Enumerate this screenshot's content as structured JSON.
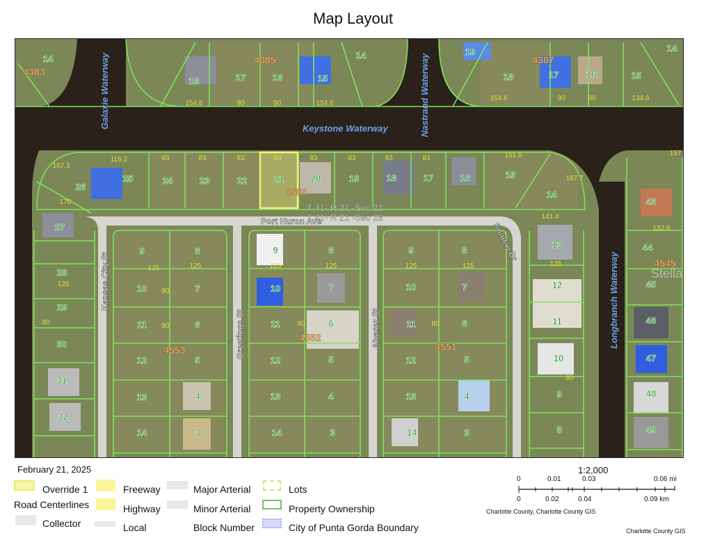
{
  "title": "Map Layout",
  "date": "February 21, 2025",
  "colors": {
    "water": "#2a211b",
    "land": "#7c8757",
    "parcel": "#7ee35a",
    "dims": "#e8d83a",
    "lot_label": "#1d8a2e",
    "block_label": "#f2b774",
    "road": "#d6d6d0",
    "selected": "#f5f07a",
    "waterway_label": "#6f9fe8"
  },
  "map": {
    "waterways": [
      "Galaxie Waterway",
      "Keystone Waterway",
      "Nastrand Waterway",
      "Longbranch Waterway"
    ],
    "streets": [
      "Port Huron Ave",
      "Kansas City St",
      "Greetings St",
      "Alvarez St",
      "Sunday Dr"
    ],
    "sections": [
      "T 41- R 21 -Sec 21",
      "T 41- R 21 -Sec 28"
    ],
    "watermark": "Stellar MLS",
    "blocks": [
      "4383",
      "4385",
      "4387",
      "4550",
      "4545",
      "4553",
      "4552",
      "4551"
    ],
    "lots": [
      "14",
      "18",
      "17",
      "16",
      "15",
      "14",
      "19",
      "18",
      "17",
      "16",
      "15",
      "14",
      "26",
      "25",
      "24",
      "23",
      "22",
      "21",
      "20",
      "19",
      "18",
      "17",
      "16",
      "15",
      "14",
      "43",
      "27",
      "13",
      "44",
      "12",
      "45",
      "11",
      "46",
      "10",
      "47",
      "9",
      "48",
      "8",
      "49",
      "28",
      "29",
      "30",
      "31",
      "32",
      "9",
      "8",
      "10",
      "7",
      "11",
      "6",
      "12",
      "5",
      "13",
      "4",
      "14",
      "3",
      "9",
      "8",
      "10",
      "7",
      "11",
      "6",
      "12",
      "5",
      "13",
      "4",
      "14",
      "3",
      "9",
      "8",
      "10",
      "7",
      "11",
      "6",
      "12",
      "5",
      "13",
      "4",
      "14",
      "3"
    ],
    "dims": [
      "83",
      "83",
      "83",
      "83",
      "83",
      "83",
      "83",
      "83",
      "115.2",
      "167.3",
      "170",
      "151.8",
      "167.7",
      "141.4",
      "154.6",
      "80",
      "80",
      "154.6",
      "154.6",
      "90",
      "90",
      "134.6",
      "125",
      "125",
      "125",
      "125",
      "125",
      "125",
      "125",
      "125",
      "80",
      "80",
      "80",
      "80",
      "80",
      "80",
      "132.8",
      "157"
    ]
  },
  "legend": {
    "items": [
      {
        "label": "Override 1",
        "icon": "yellow-outline-swatch"
      },
      {
        "label": "Road Centerlines",
        "icon": ""
      },
      {
        "label": "Collector",
        "icon": "gray-swatch"
      },
      {
        "label": "Freeway",
        "icon": "yellow-swatch"
      },
      {
        "label": "Highway",
        "icon": "yellow-swatch"
      },
      {
        "label": "Local",
        "icon": "gray-line-swatch"
      },
      {
        "label": "Major Arterial",
        "icon": "gray-swatch"
      },
      {
        "label": "Minor Arterial",
        "icon": "gray-swatch"
      },
      {
        "label": "Block Number",
        "icon": ""
      },
      {
        "label": "Lots",
        "icon": "dashed-yellow-swatch"
      },
      {
        "label": "Property Ownership",
        "icon": "green-outline-swatch"
      },
      {
        "label": "City of Punta Gorda Boundary",
        "icon": "dotted-blue-swatch"
      }
    ]
  },
  "scale": {
    "ratio": "1:2,000",
    "mi_ticks": [
      "0",
      "0.01",
      "0.03",
      "0.06 mi"
    ],
    "km_ticks": [
      "0",
      "0.02",
      "0.04",
      "0.09 km"
    ],
    "credit": "Charlotte County, Charlotte County GIS",
    "footer": "Charlotte County GIS"
  }
}
